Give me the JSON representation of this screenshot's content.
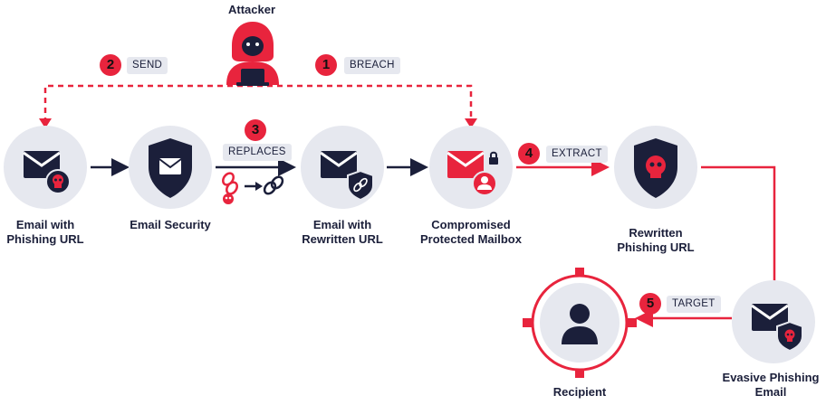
{
  "title": "Attacker",
  "nodes": {
    "email_phishing": {
      "line1": "Email with",
      "line2": "Phishing URL"
    },
    "email_security": {
      "line1": "Email Security"
    },
    "email_rewritten": {
      "line1": "Email with",
      "line2": "Rewritten URL"
    },
    "mailbox": {
      "line1": "Compromised",
      "line2": "Protected Mailbox"
    },
    "rewritten_phishing": {
      "line1": "Rewritten",
      "line2": "Phishing URL"
    },
    "evasive": {
      "line1": "Evasive Phishing",
      "line2": "Email"
    },
    "recipient": {
      "line1": "Recipient"
    }
  },
  "steps": [
    {
      "number": "1",
      "tag": "BREACH"
    },
    {
      "number": "2",
      "tag": "SEND"
    },
    {
      "number": "3",
      "tag": "REPLACES"
    },
    {
      "number": "4",
      "tag": "EXTRACT"
    },
    {
      "number": "5",
      "tag": "TARGET"
    }
  ],
  "colors": {
    "accent": "#e8243d",
    "navy": "#1b1f3a",
    "circle": "#e6e8ef"
  },
  "icons": [
    "hacker-icon",
    "envelope-skull-icon",
    "shield-envelope-icon",
    "broken-link-icon",
    "envelope-shield-link-icon",
    "envelope-user-lock-icon",
    "shield-skull-icon",
    "envelope-skull-icon",
    "user-icon"
  ]
}
